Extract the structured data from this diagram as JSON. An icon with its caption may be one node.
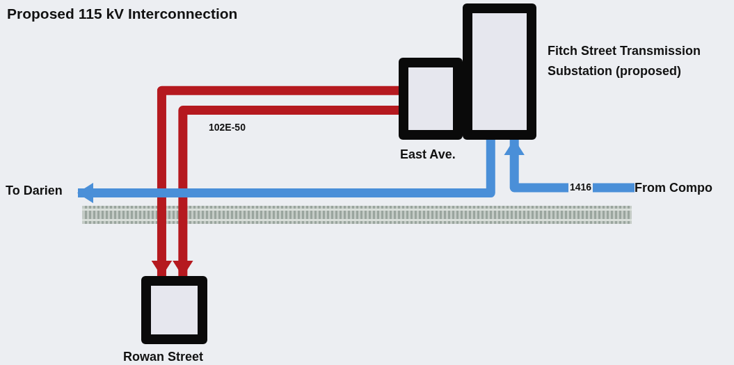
{
  "diagram": {
    "title": "Proposed 115 kV Interconnection",
    "nodes": [
      {
        "text": [
          "East Ave."
        ]
      },
      {
        "text": [],
        "shape": "box",
        "beside": [
          "Fitch Street Transmission Substation (proposed)"
        ]
      },
      {
        "text": [
          "Rowan Street"
        ]
      },
      {
        "text": [
          "To Darien"
        ]
      },
      {
        "text": [
          "From Compo"
        ]
      }
    ],
    "edges": [
      {
        "from": 0,
        "to": 2,
        "arrow": "to",
        "color": "#b5191f"
      },
      {
        "from": 0,
        "to": 2,
        "arrow": "to",
        "color": "#b5191f",
        "label": "102E-50"
      },
      {
        "from": 1,
        "to": 3,
        "arrow": "to",
        "color": "#4a8fd8"
      },
      {
        "from": 4,
        "to": 1,
        "arrow": "to",
        "color": "#4a8fd8",
        "label": "1416"
      }
    ]
  }
}
